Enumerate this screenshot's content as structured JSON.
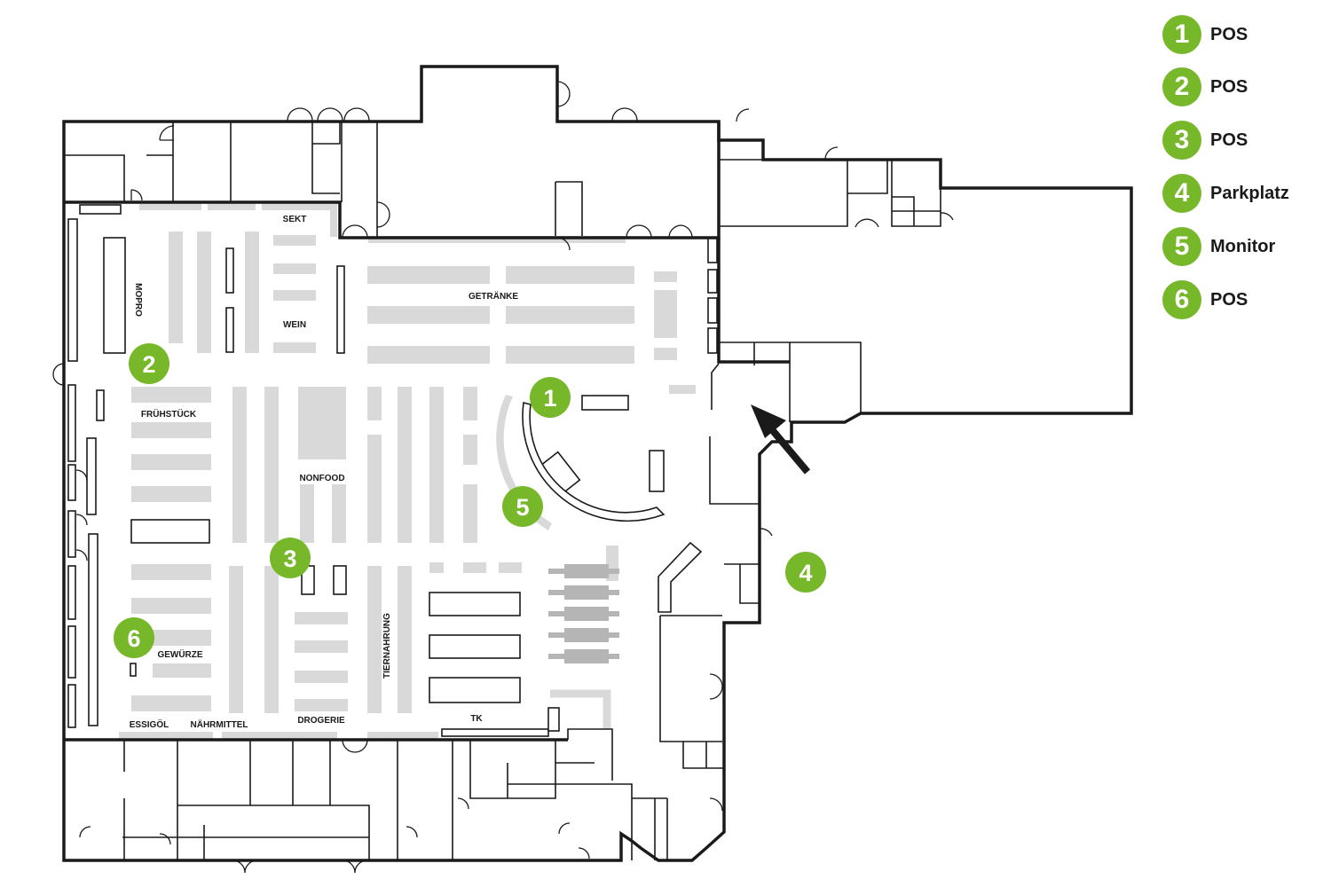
{
  "legend": [
    {
      "number": "1",
      "label": "POS"
    },
    {
      "number": "2",
      "label": "POS"
    },
    {
      "number": "3",
      "label": "POS"
    },
    {
      "number": "4",
      "label": "Parkplatz"
    },
    {
      "number": "5",
      "label": "Monitor"
    },
    {
      "number": "6",
      "label": "POS"
    }
  ],
  "markers": [
    {
      "number": "1"
    },
    {
      "number": "2"
    },
    {
      "number": "3"
    },
    {
      "number": "4"
    },
    {
      "number": "5"
    },
    {
      "number": "6"
    }
  ],
  "sections": {
    "sekt": "SEKT",
    "mopro": "MOPRO",
    "wein": "WEIN",
    "getraenke": "GETRÄNKE",
    "fruehstueck": "FRÜHSTÜCK",
    "nonfood": "NONFOOD",
    "tiernahrung": "TIERNAHRUNG",
    "gewuerze": "GEWÜRZE",
    "essigoel": "ESSIGÖL",
    "naehrmittel": "NÄHRMITTEL",
    "drogerie": "DROGERIE",
    "tk": "TK"
  },
  "colors": {
    "marker": "#76b82a",
    "shelf": "#d9d9d9",
    "wall": "#1a1a1a"
  },
  "icons": {
    "entrance": "entrance-arrow-icon"
  }
}
